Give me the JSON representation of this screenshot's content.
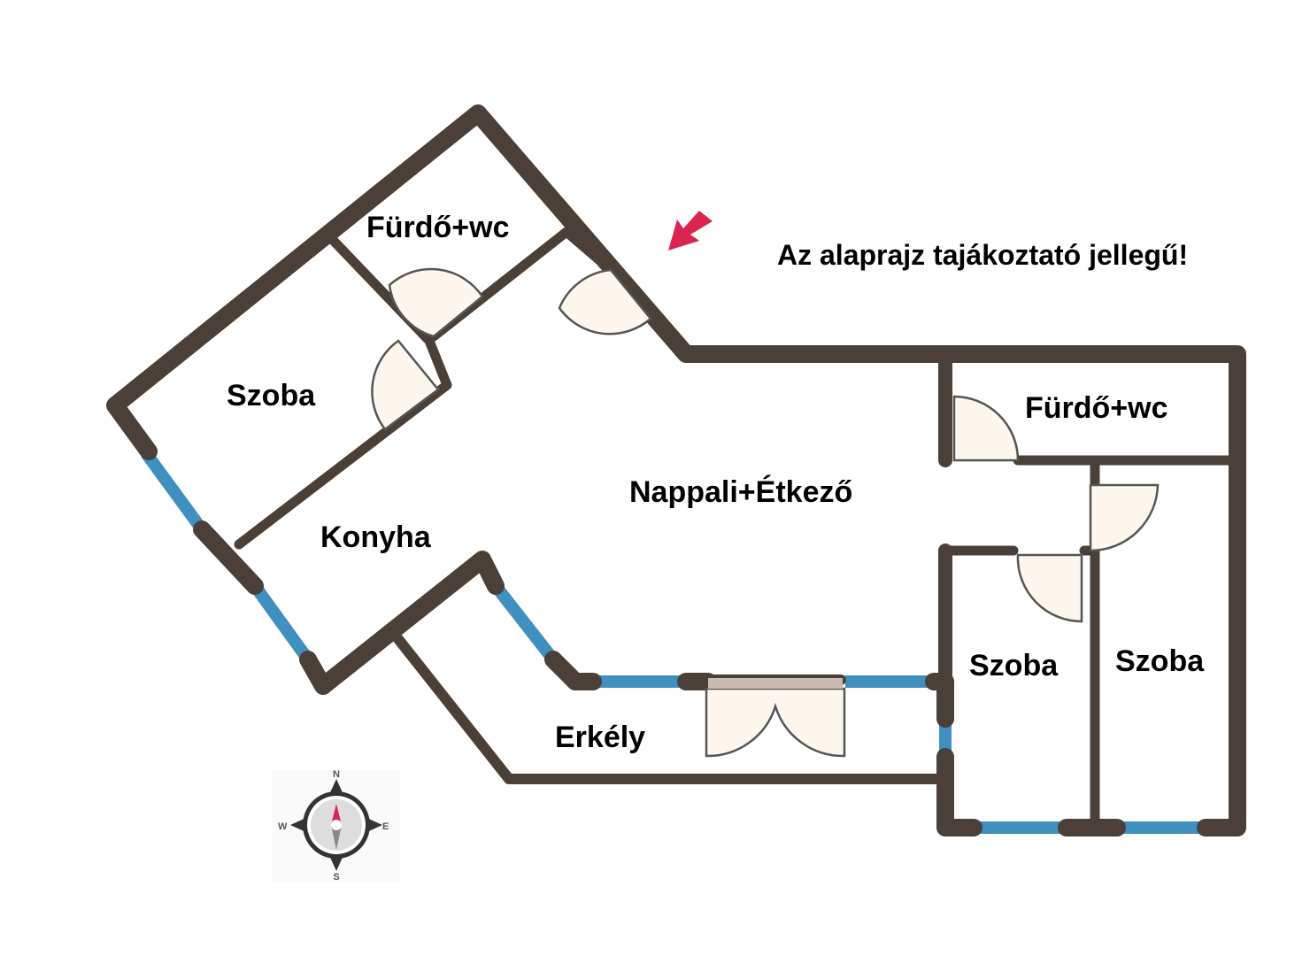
{
  "plan": {
    "disclaimer": "Az alaprajz tajákoztató jellegű!",
    "rooms": {
      "bath_top": "Fürdő+wc",
      "room_left": "Szoba",
      "kitchen": "Konyha",
      "living": "Nappali+Étkező",
      "bath_right": "Fürdő+wc",
      "room_mid": "Szoba",
      "room_right": "Szoba",
      "balcony": "Erkély"
    },
    "compass": {
      "n": "N",
      "s": "S",
      "e": "E",
      "w": "W"
    },
    "colors": {
      "wall": "#4b4039",
      "window": "#3f8fbf",
      "door_fill": "#fcf6ef",
      "arrow": "#d9254f"
    }
  }
}
